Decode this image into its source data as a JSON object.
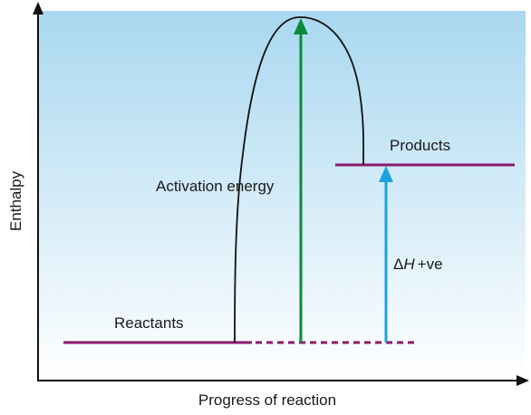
{
  "diagram": {
    "axes": {
      "x_label": "Progress of reaction",
      "y_label": "Enthalpy"
    },
    "labels": {
      "reactants": "Reactants",
      "products": "Products",
      "activation_energy": "Activation energy",
      "delta_symbol": "Δ",
      "delta_var": "H",
      "delta_sign": "+ve"
    },
    "colors": {
      "background_top": "#a9d8f0",
      "background_bottom": "#ffffff",
      "level_line": "#8b1a6b",
      "activation_arrow": "#0a8a3a",
      "enthalpy_arrow": "#1aa3dc",
      "curve": "#111111",
      "axis": "#111111"
    }
  }
}
